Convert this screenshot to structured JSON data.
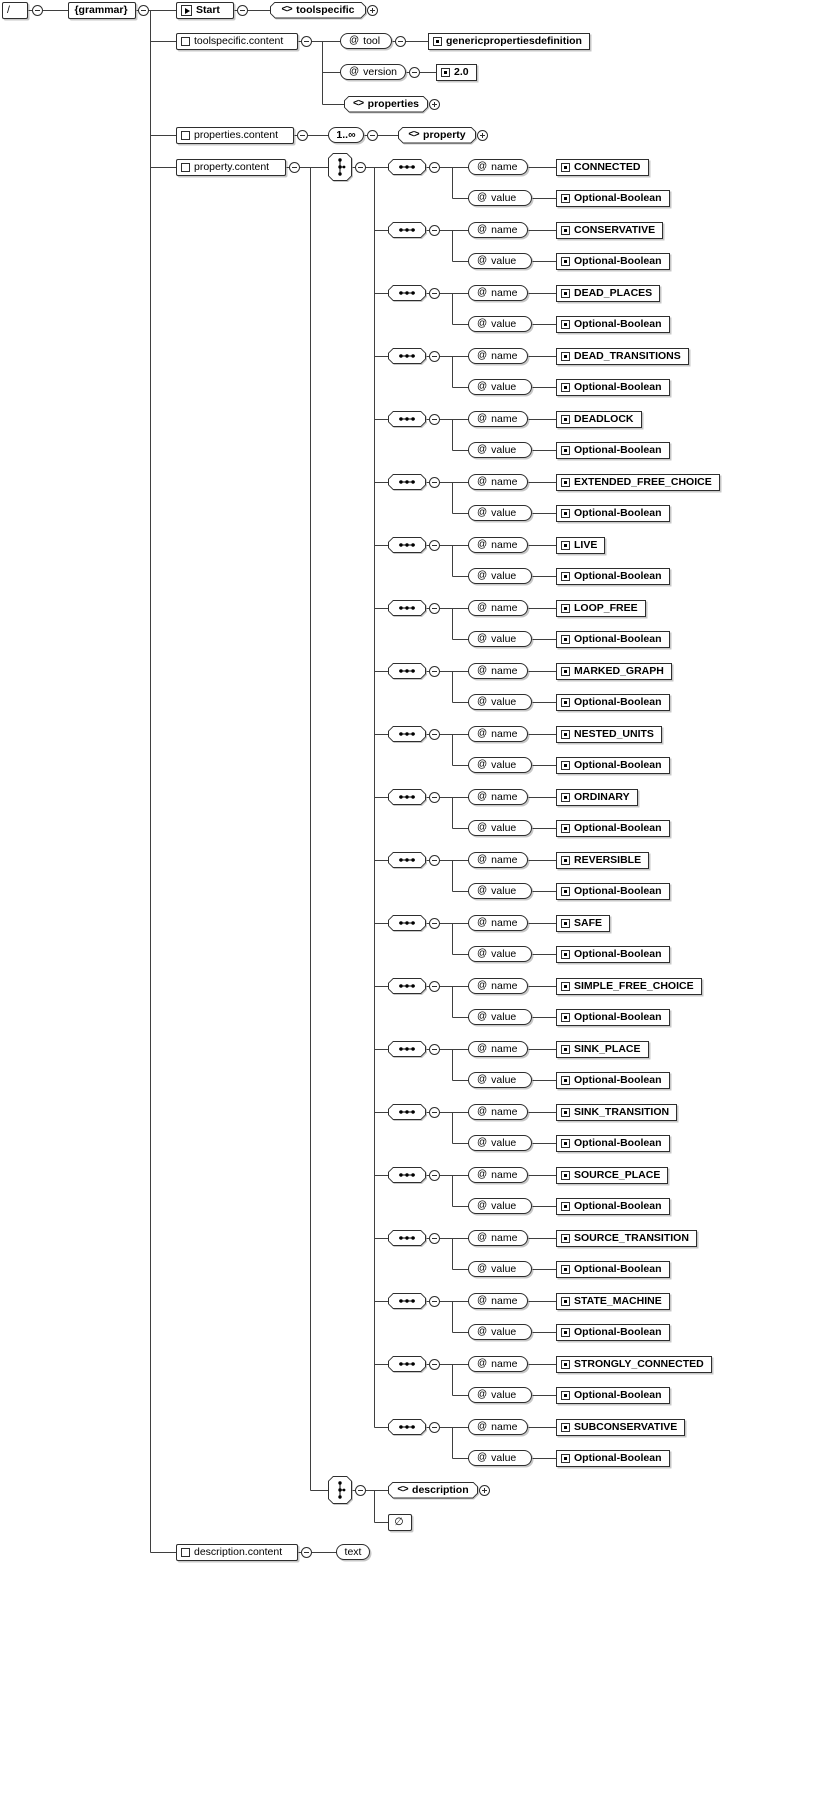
{
  "root": {
    "slash_label": "/",
    "grammar_label": "{grammar}"
  },
  "icons": {
    "attribute": "@",
    "element": "<>"
  },
  "start_row": {
    "label": "Start",
    "element": "toolspecific"
  },
  "toolspecific_content": {
    "label": "toolspecific.content",
    "tool_attr": {
      "name": "tool",
      "value": "genericpropertiesdefinition"
    },
    "version_attr": {
      "name": "version",
      "value": "2.0"
    },
    "properties_element": "properties"
  },
  "properties_content": {
    "label": "properties.content",
    "occurrence": "1..∞",
    "element": "property"
  },
  "labels": {
    "name_attribute": "name",
    "value_attribute": "value"
  },
  "property_content": {
    "label": "property.content",
    "rows": [
      {
        "name": "CONNECTED",
        "value": "Optional-Boolean"
      },
      {
        "name": "CONSERVATIVE",
        "value": "Optional-Boolean"
      },
      {
        "name": "DEAD_PLACES",
        "value": "Optional-Boolean"
      },
      {
        "name": "DEAD_TRANSITIONS",
        "value": "Optional-Boolean"
      },
      {
        "name": "DEADLOCK",
        "value": "Optional-Boolean"
      },
      {
        "name": "EXTENDED_FREE_CHOICE",
        "value": "Optional-Boolean"
      },
      {
        "name": "LIVE",
        "value": "Optional-Boolean"
      },
      {
        "name": "LOOP_FREE",
        "value": "Optional-Boolean"
      },
      {
        "name": "MARKED_GRAPH",
        "value": "Optional-Boolean"
      },
      {
        "name": "NESTED_UNITS",
        "value": "Optional-Boolean"
      },
      {
        "name": "ORDINARY",
        "value": "Optional-Boolean"
      },
      {
        "name": "REVERSIBLE",
        "value": "Optional-Boolean"
      },
      {
        "name": "SAFE",
        "value": "Optional-Boolean"
      },
      {
        "name": "SIMPLE_FREE_CHOICE",
        "value": "Optional-Boolean"
      },
      {
        "name": "SINK_PLACE",
        "value": "Optional-Boolean"
      },
      {
        "name": "SINK_TRANSITION",
        "value": "Optional-Boolean"
      },
      {
        "name": "SOURCE_PLACE",
        "value": "Optional-Boolean"
      },
      {
        "name": "SOURCE_TRANSITION",
        "value": "Optional-Boolean"
      },
      {
        "name": "STATE_MACHINE",
        "value": "Optional-Boolean"
      },
      {
        "name": "STRONGLY_CONNECTED",
        "value": "Optional-Boolean"
      },
      {
        "name": "SUBCONSERVATIVE",
        "value": "Optional-Boolean"
      }
    ],
    "description_choice": {
      "element": "description",
      "empty_label": "∅"
    }
  },
  "description_content": {
    "label": "description.content",
    "text_element": "text"
  }
}
